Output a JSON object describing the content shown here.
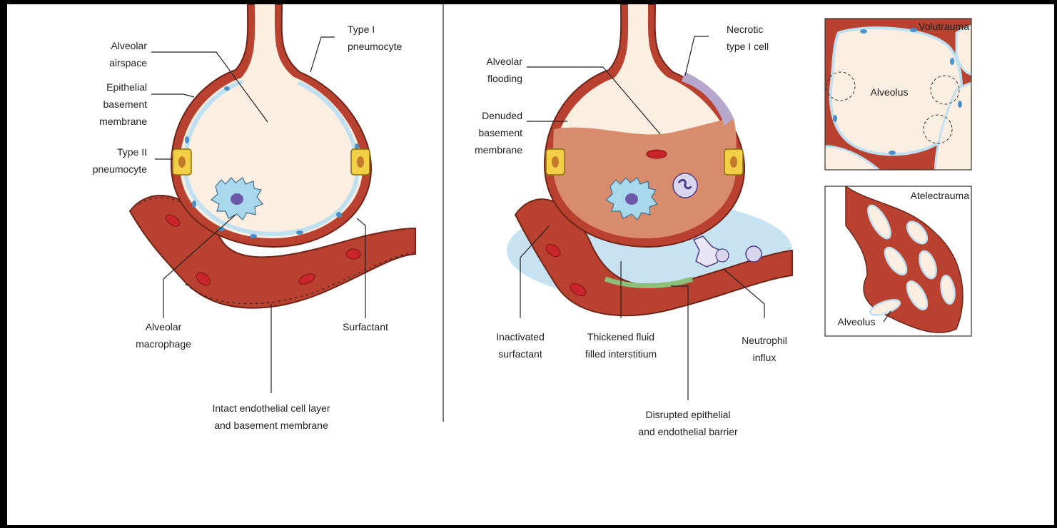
{
  "colors": {
    "tissue": "#c9533c",
    "tissue_dark": "#7b2a1c",
    "airspace": "#fdeee2",
    "flood": "#d98c6c",
    "type1_cell": "#c3e3f2",
    "type2_cell": "#f3cf45",
    "macrophage": "#a9d7ec",
    "nucleus": "#6b5aa8",
    "rbc": "#c8262a",
    "edema": "#b9dcef",
    "interstitium": "#8cc07a"
  },
  "normal": {
    "labels": {
      "alveolar_airspace": [
        "Alveolar",
        "airspace"
      ],
      "type1": [
        "Type I",
        "pneumocyte"
      ],
      "epithelial_bm": [
        "Epithelial",
        "basement",
        "membrane"
      ],
      "type2": [
        "Type II",
        "pneumocyte"
      ],
      "macrophage": [
        "Alveolar",
        "macrophage"
      ],
      "surfactant": [
        "Surfactant"
      ],
      "endothelial": [
        "Intact endothelial cell layer",
        "and basement membrane"
      ]
    }
  },
  "injured": {
    "labels": {
      "necrotic": [
        "Necrotic",
        "type I cell"
      ],
      "flooding": [
        "Alveolar",
        "flooding"
      ],
      "denuded": [
        "Denuded",
        "basement",
        "membrane"
      ],
      "inactivated": [
        "Inactivated",
        "surfactant"
      ],
      "thickened": [
        "Thickened fluid",
        "filled interstitium"
      ],
      "neutrophil": [
        "Neutrophil",
        "influx"
      ],
      "disrupted": [
        "Disrupted epithelial",
        "and endothelial barrier"
      ]
    }
  },
  "insets": {
    "volutrauma": {
      "title": "Volutrauma",
      "alveolus": "Alveolus"
    },
    "atelectrauma": {
      "title": "Atelectrauma",
      "alveolus": "Alveolus"
    }
  }
}
